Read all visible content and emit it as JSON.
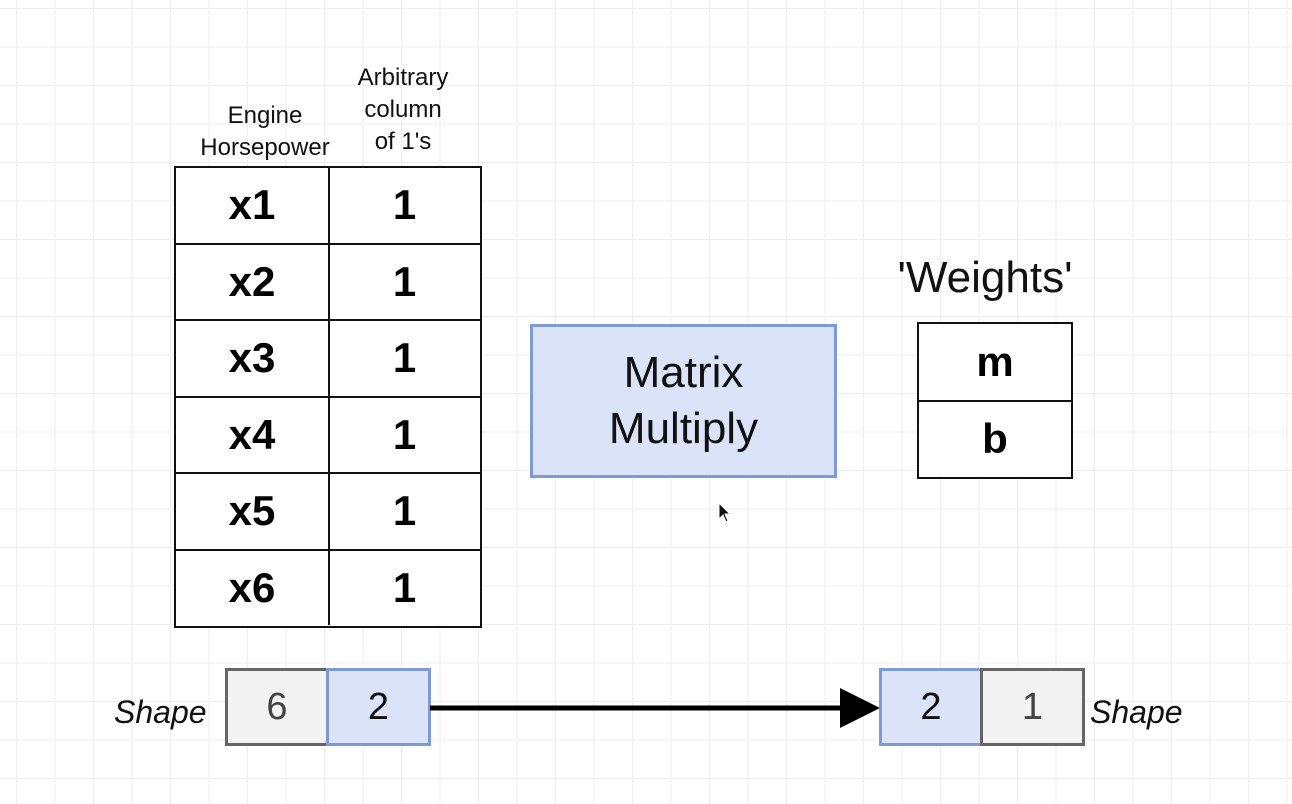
{
  "headers": {
    "left": [
      "Engine",
      "Horsepower"
    ],
    "right": [
      "Arbitrary",
      "column",
      "of 1's"
    ]
  },
  "features": [
    [
      "x1",
      "1"
    ],
    [
      "x2",
      "1"
    ],
    [
      "x3",
      "1"
    ],
    [
      "x4",
      "1"
    ],
    [
      "x5",
      "1"
    ],
    [
      "x6",
      "1"
    ]
  ],
  "operation": [
    "Matrix",
    "Multiply"
  ],
  "weights": {
    "label": "'Weights'",
    "values": [
      "m",
      "b"
    ]
  },
  "shapes": {
    "label": "Shape",
    "left": [
      "6",
      "2"
    ],
    "right": [
      "2",
      "1"
    ]
  },
  "colors": {
    "highlight_fill": "#dae3f8",
    "highlight_border": "#7d9ad6",
    "neutral_fill": "#f3f3f3",
    "neutral_border": "#666666"
  }
}
